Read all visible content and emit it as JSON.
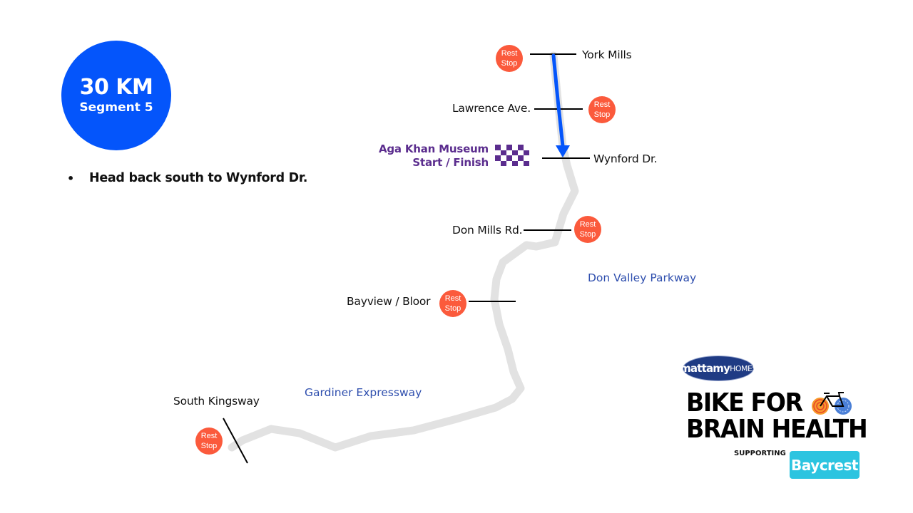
{
  "badge": {
    "distance": "30 KM",
    "segment": "Segment 5"
  },
  "instructions": [
    "Head back south to Wynford Dr."
  ],
  "map": {
    "colors": {
      "route_gray": "#e2e2e2",
      "active_segment": "#0455fb",
      "rest_stop": "#fb5a3c",
      "start_finish": "#5b2d8e",
      "road_label": "#2f4fae"
    },
    "start_finish": {
      "name": "Aga Khan Museum",
      "subtitle": "Start / Finish"
    },
    "cross_streets": [
      {
        "id": "york-mills",
        "name": "York Mills",
        "rest_stop": true
      },
      {
        "id": "lawrence",
        "name": "Lawrence Ave.",
        "rest_stop": true
      },
      {
        "id": "wynford",
        "name": "Wynford Dr.",
        "rest_stop": false
      },
      {
        "id": "don-mills",
        "name": "Don Mills Rd.",
        "rest_stop": true
      },
      {
        "id": "bayview-bloor",
        "name": "Bayview / Bloor",
        "rest_stop": true
      },
      {
        "id": "south-kingsway",
        "name": "South Kingsway",
        "rest_stop": true
      }
    ],
    "rest_stop_label": {
      "line1": "Rest",
      "line2": "Stop"
    },
    "roads": [
      "Don Valley Parkway",
      "Gardiner Expressway"
    ],
    "active_segment": {
      "from": "York Mills",
      "to": "Wynford Dr.",
      "direction": "south"
    }
  },
  "branding": {
    "sponsor": {
      "name": "mattamy",
      "suffix": "HOMES"
    },
    "event_title_line1": "BIKE FOR",
    "event_title_line2": "BRAIN HEALTH",
    "supporting_label": "SUPPORTING",
    "beneficiary": "Baycrest"
  }
}
